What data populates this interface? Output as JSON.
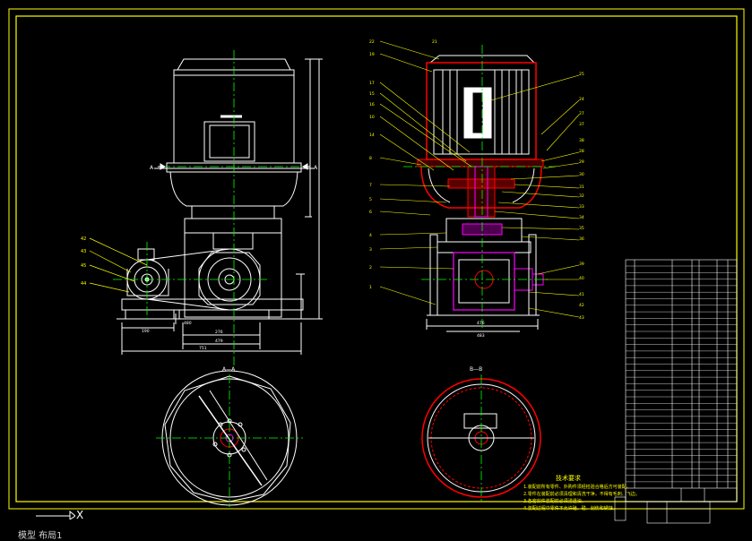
{
  "drawing": {
    "view_labels": {
      "section_aa": "A—A",
      "section_bb": "B—B",
      "arrow_a_left": "A",
      "arrow_a_right": "A"
    },
    "front_dims": {
      "d1": "190",
      "d2": "276",
      "d3": "479",
      "d4": "751",
      "d5": "480"
    },
    "side_dims": {
      "d1": "476",
      "d2": "483"
    },
    "tech_req_title": "技术要求",
    "tech_req_lines": [
      "1.装配前所有零件、外购件须经检验合格后方可装配。",
      "2.零件在装配前必须清理和清洗干净，不得有毛刺、飞边。",
      "3.各密封件装配前必须浸透油。",
      "4.装配过程中零件不允许磕、碰、划伤和锈蚀。"
    ],
    "part_numbers_left": [
      "22",
      "19",
      "17",
      "15",
      "16",
      "10",
      "14",
      "8",
      "7",
      "5",
      "6",
      "4",
      "3",
      "2",
      "1"
    ],
    "part_numbers_right": [
      "21",
      "25",
      "24",
      "27",
      "28",
      "29",
      "30",
      "31",
      "32",
      "33",
      "34",
      "35",
      "36",
      "37",
      "38",
      "39",
      "40",
      "41",
      "42",
      "43"
    ],
    "front_part_numbers": [
      "42",
      "43",
      "45",
      "44"
    ]
  },
  "status": {
    "text": "模型 布局1"
  },
  "ucs_label": "X",
  "colors": {
    "frame": "#ffff00",
    "line": "#ffffff",
    "center": "#00ff00",
    "section": "#ff0000",
    "highlight": "#ff00ff"
  }
}
